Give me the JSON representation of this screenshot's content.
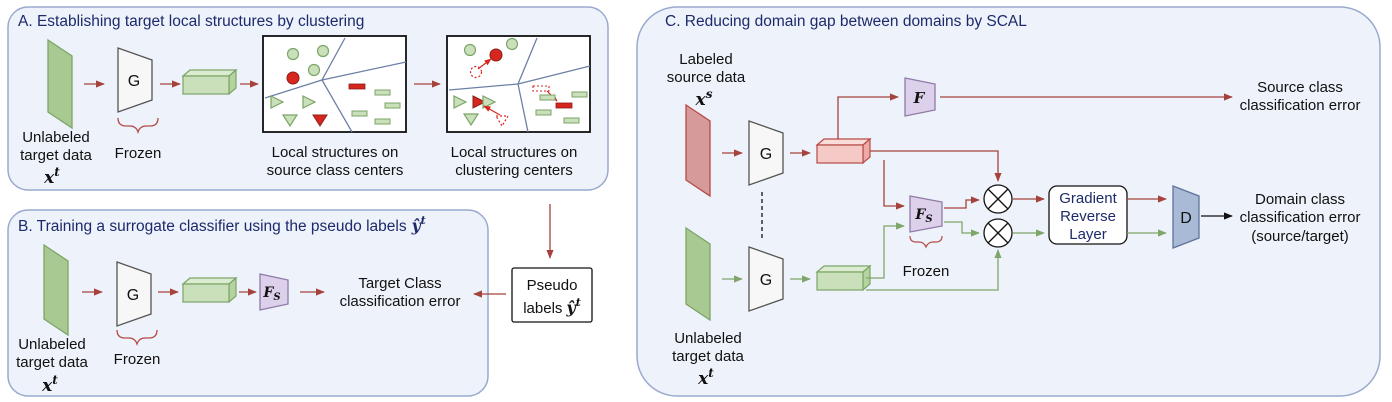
{
  "panels": {
    "a": {
      "title": "A. Establishing target local structures by clustering",
      "input_label_1": "Unlabeled",
      "input_label_2": "target data",
      "input_var": "x",
      "input_sup": "t",
      "encoder": "G",
      "frozen": "Frozen",
      "box1_caption_1": "Local structures  on",
      "box1_caption_2": "source class centers",
      "box2_caption_1": "Local structures on",
      "box2_caption_2": "clustering centers"
    },
    "b": {
      "title": "B. Training a surrogate classifier using the pseudo labels",
      "title_var": "ŷ",
      "title_sup": "t",
      "input_label_1": "Unlabeled",
      "input_label_2": "target data",
      "input_var": "x",
      "input_sup": "t",
      "encoder": "G",
      "frozen": "Frozen",
      "classifier": "F",
      "classifier_sub": "S",
      "output_1": "Target Class",
      "output_2": "classification error",
      "pseudo_1": "Pseudo",
      "pseudo_2": "labels",
      "pseudo_var": "ŷ",
      "pseudo_sup": "t"
    },
    "c": {
      "title": "C. Reducing domain gap between domains by SCAL",
      "source_label_1": "Labeled",
      "source_label_2": "source data",
      "source_var": "x",
      "source_sup": "s",
      "target_label_1": "Unlabeled",
      "target_label_2": "target data",
      "target_var": "x",
      "target_sup": "t",
      "encoder_top": "G",
      "encoder_bottom": "G",
      "classifier_f": "F",
      "classifier_fs": "F",
      "classifier_fs_sub": "S",
      "frozen": "Frozen",
      "grl_1": "Gradient",
      "grl_2": "Reverse",
      "grl_3": "Layer",
      "discriminator": "D",
      "src_err_1": "Source class",
      "src_err_2": "classification error",
      "dom_err_1": "Domain class",
      "dom_err_2": "classification error",
      "dom_err_3": "(source/target)"
    }
  },
  "colors": {
    "panel_fill": "#eef2fa",
    "panel_stroke": "#9aaacd",
    "red_arrow": "#a5423c",
    "green_arrow": "#7fa66a",
    "green_fill": "#c9e0bb",
    "green_stroke": "#7ca567",
    "red_fill": "#f5c9c6",
    "red_stroke": "#b64b46",
    "red_marker": "#d7261e",
    "purple_fill": "#ddd0ea",
    "purple_stroke": "#8f7aa8",
    "blue_fill": "#a9bad6",
    "blue_stroke": "#60749c",
    "title_color": "#1c2a6b"
  }
}
